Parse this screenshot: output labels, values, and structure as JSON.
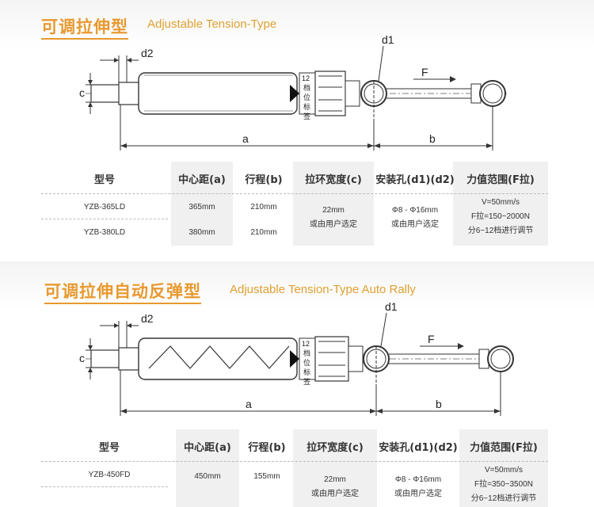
{
  "section1": {
    "title_cn": "可调拉伸型",
    "title_en": "Adjustable Tension-Type",
    "drawing": {
      "d1": "d1",
      "d2": "d2",
      "c": "c",
      "a": "a",
      "b": "b",
      "F": "F",
      "tag": [
        "12",
        "档",
        "位",
        "标",
        "签"
      ]
    },
    "headers": [
      "型号",
      "中心距(a)",
      "行程(b)",
      "拉环宽度(c)",
      "安装孔(d1)(d2)",
      "力值范围(F拉)"
    ],
    "rows": [
      {
        "model": "YZB-365LD",
        "center": "365mm",
        "stroke": "210mm"
      },
      {
        "model": "YZB-380LD",
        "center": "380mm",
        "stroke": "210mm"
      }
    ],
    "ring_width": [
      "22mm",
      "或由用户选定"
    ],
    "hole": [
      "Φ8 - Φ16mm",
      "或由用户选定"
    ],
    "force": [
      "V=50mm/s",
      "F拉=150~2000N",
      "分6~12档进行调节"
    ]
  },
  "section2": {
    "title_cn": "可调拉伸自动反弹型",
    "title_en": "Adjustable Tension-Type Auto Rally",
    "drawing": {
      "d1": "d1",
      "d2": "d2",
      "c": "c",
      "a": "a",
      "b": "b",
      "F": "F",
      "tag": [
        "12",
        "档",
        "位",
        "标",
        "签"
      ]
    },
    "headers": [
      "型号",
      "中心距(a)",
      "行程(b)",
      "拉环宽度(c)",
      "安装孔(d1)(d2)",
      "力值范围(F拉)"
    ],
    "rows": [
      {
        "model": "YZB-450FD",
        "center": "450mm",
        "stroke": "155mm"
      }
    ],
    "ring_width": [
      "22mm",
      "或由用户选定"
    ],
    "hole": [
      "Φ8 - Φ16mm",
      "或由用户选定"
    ],
    "force": [
      "V=50mm/s",
      "F拉=350~3500N",
      "分6~12档进行调节"
    ]
  }
}
